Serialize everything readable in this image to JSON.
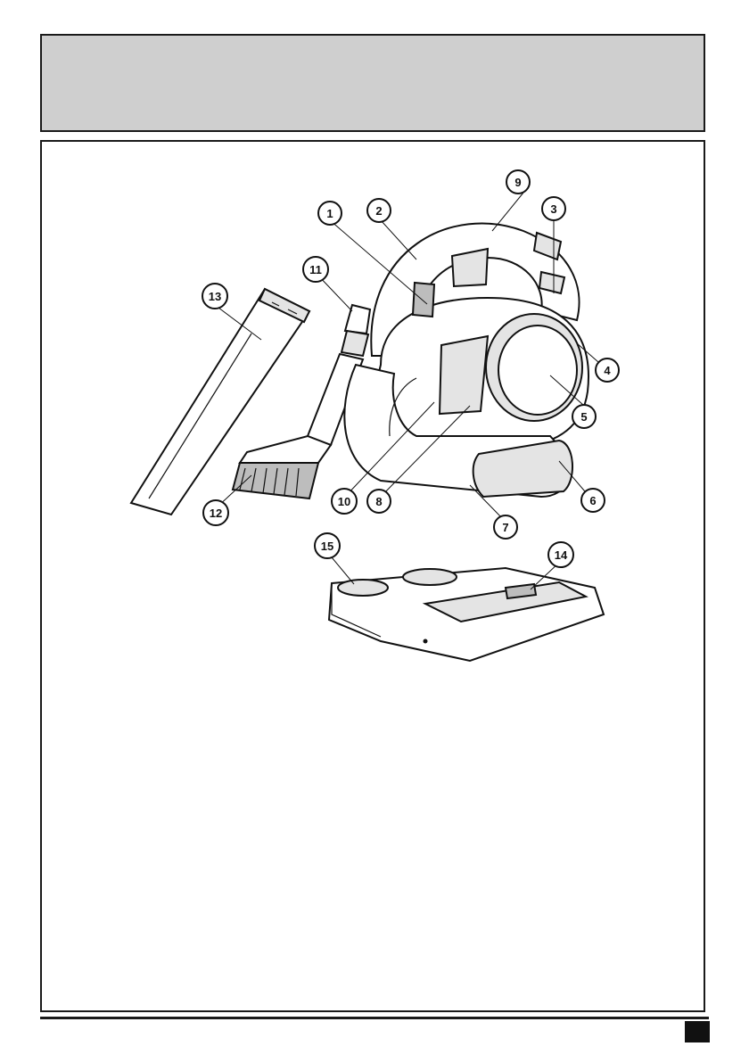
{
  "header": {
    "title": ""
  },
  "callouts": [
    {
      "id": "c1",
      "label": "1",
      "part": "part-1"
    },
    {
      "id": "c2",
      "label": "2",
      "part": "part-2"
    },
    {
      "id": "c3",
      "label": "3",
      "part": "part-3"
    },
    {
      "id": "c4",
      "label": "4",
      "part": "part-4"
    },
    {
      "id": "c5",
      "label": "5",
      "part": "part-5"
    },
    {
      "id": "c6",
      "label": "6",
      "part": "part-6"
    },
    {
      "id": "c7",
      "label": "7",
      "part": "part-7"
    },
    {
      "id": "c8",
      "label": "8",
      "part": "part-8"
    },
    {
      "id": "c9",
      "label": "9",
      "part": "part-9"
    },
    {
      "id": "c10",
      "label": "10",
      "part": "part-10"
    },
    {
      "id": "c11",
      "label": "11",
      "part": "part-11"
    },
    {
      "id": "c12",
      "label": "12",
      "part": "part-12"
    },
    {
      "id": "c13",
      "label": "13",
      "part": "part-13"
    },
    {
      "id": "c14",
      "label": "14",
      "part": "part-14"
    },
    {
      "id": "c15",
      "label": "15",
      "part": "part-15"
    }
  ],
  "colors": {
    "header_fill": "#cfcfcf",
    "line": "#111111",
    "marker": "#111111"
  }
}
